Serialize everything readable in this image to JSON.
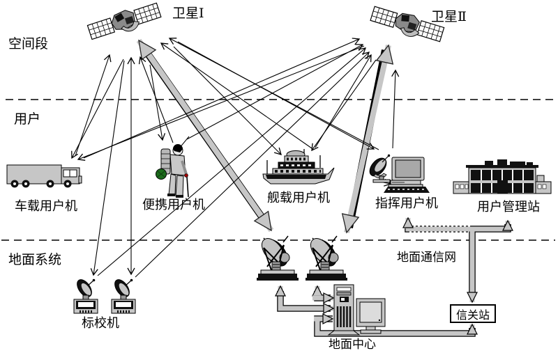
{
  "segments": {
    "space": "空间段",
    "user": "用户",
    "ground": "地面系统"
  },
  "nodes": {
    "satellite1": "卫星Ⅰ",
    "satellite2": "卫星Ⅱ",
    "vehicle_terminal": "车载用户机",
    "portable_terminal": "便携用户机",
    "ship_terminal": "舰载用户机",
    "command_terminal": "指挥用户机",
    "user_management_station": "用户管理站",
    "calibration_terminal": "标校机",
    "ground_center": "地面中心",
    "gateway_station": "信关站",
    "terrestrial_network": "地面通信网"
  },
  "colors": {
    "background": "#ffffff",
    "line": "#000000",
    "gray_link": "#c6c6c6",
    "dark_fill": "#111111",
    "green_bag": "#1c6b1c"
  },
  "connections": [
    {
      "from": "车载用户机",
      "to": "卫星Ⅰ",
      "type": "thin-bidirectional"
    },
    {
      "from": "车载用户机",
      "to": "卫星Ⅱ",
      "type": "thin-bidirectional"
    },
    {
      "from": "便携用户机",
      "to": "卫星Ⅰ",
      "type": "thin-bidirectional"
    },
    {
      "from": "便携用户机",
      "to": "卫星Ⅱ",
      "type": "thin-uplink"
    },
    {
      "from": "舰载用户机",
      "to": "卫星Ⅰ",
      "type": "thin-bidirectional"
    },
    {
      "from": "舰载用户机",
      "to": "卫星Ⅱ",
      "type": "thin-bidirectional"
    },
    {
      "from": "指挥用户机",
      "to": "卫星Ⅰ",
      "type": "thin-bidirectional"
    },
    {
      "from": "指挥用户机",
      "to": "卫星Ⅱ",
      "type": "thin-uplink"
    },
    {
      "from": "标校机",
      "to": "卫星Ⅰ",
      "type": "thin-bidirectional"
    },
    {
      "from": "标校机",
      "to": "卫星Ⅱ",
      "type": "thin-bidirectional"
    },
    {
      "from": "卫星Ⅰ",
      "to": "地面中心天线1",
      "type": "thick-feeder-bidirectional"
    },
    {
      "from": "卫星Ⅱ",
      "to": "地面中心天线2",
      "type": "thick-feeder-bidirectional"
    },
    {
      "from": "地面中心",
      "to": "地面中心天线1",
      "type": "ground-gray-link"
    },
    {
      "from": "地面中心",
      "to": "地面中心天线2",
      "type": "ground-gray-link"
    },
    {
      "from": "地面中心",
      "to": "信关站",
      "type": "ground-gray-link"
    },
    {
      "from": "信关站",
      "to": "指挥用户机",
      "type": "network-gray-link-dotted"
    },
    {
      "from": "信关站",
      "to": "用户管理站",
      "type": "network-gray-link"
    }
  ]
}
